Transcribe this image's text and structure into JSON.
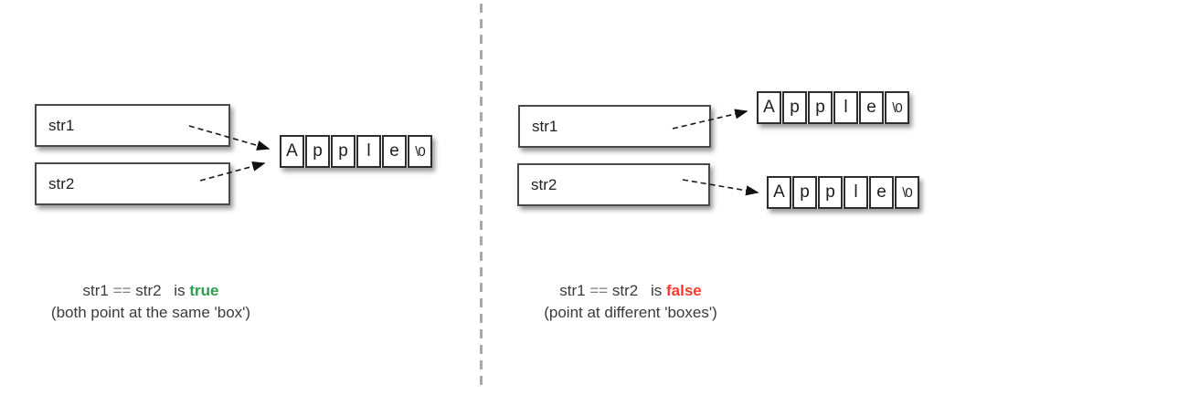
{
  "left_panel": {
    "pointer_boxes": [
      {
        "label": "str1"
      },
      {
        "label": "str2"
      }
    ],
    "arrays": [
      {
        "cells": [
          "A",
          "p",
          "p",
          "l",
          "e",
          "\\0"
        ]
      }
    ],
    "caption": {
      "lhs": "str1",
      "op": "==",
      "rhs": "str2",
      "verb": "is",
      "result": "true",
      "note": "(both point at the same 'box')"
    }
  },
  "right_panel": {
    "pointer_boxes": [
      {
        "label": "str1"
      },
      {
        "label": "str2"
      }
    ],
    "arrays": [
      {
        "cells": [
          "A",
          "p",
          "p",
          "l",
          "e",
          "\\0"
        ]
      },
      {
        "cells": [
          "A",
          "p",
          "p",
          "l",
          "e",
          "\\0"
        ]
      }
    ],
    "caption": {
      "lhs": "str1",
      "op": "==",
      "rhs": "str2",
      "verb": "is",
      "result": "false",
      "note": "(point at different 'boxes')"
    }
  },
  "colors": {
    "result_true": "#2e9e4f",
    "result_false": "#ff392e",
    "divider": "#a9a9a9",
    "arrow": "#1b1b1b"
  }
}
